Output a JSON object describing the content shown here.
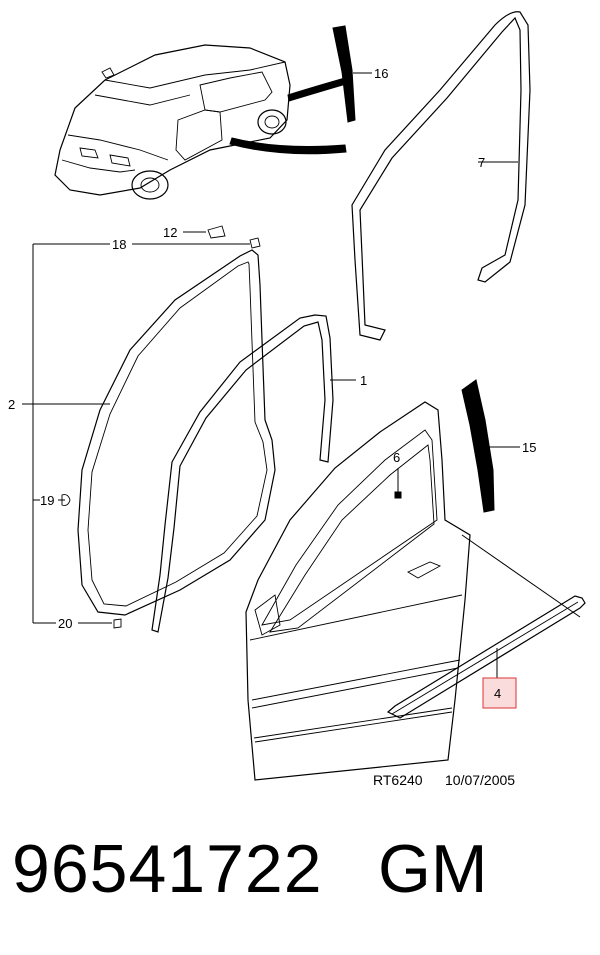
{
  "callouts": {
    "c1": "1",
    "c2": "2",
    "c4": "4",
    "c6": "6",
    "c7": "7",
    "c12": "12",
    "c15": "15",
    "c16": "16",
    "c18": "18",
    "c19": "19",
    "c20": "20"
  },
  "stamp": {
    "code": "RT6240",
    "date": "10/07/2005"
  },
  "footer": {
    "part_number": "96541722",
    "brand": "GM"
  },
  "colors": {
    "highlight_fill": "#fbdcdc",
    "highlight_border": "#d33333"
  }
}
